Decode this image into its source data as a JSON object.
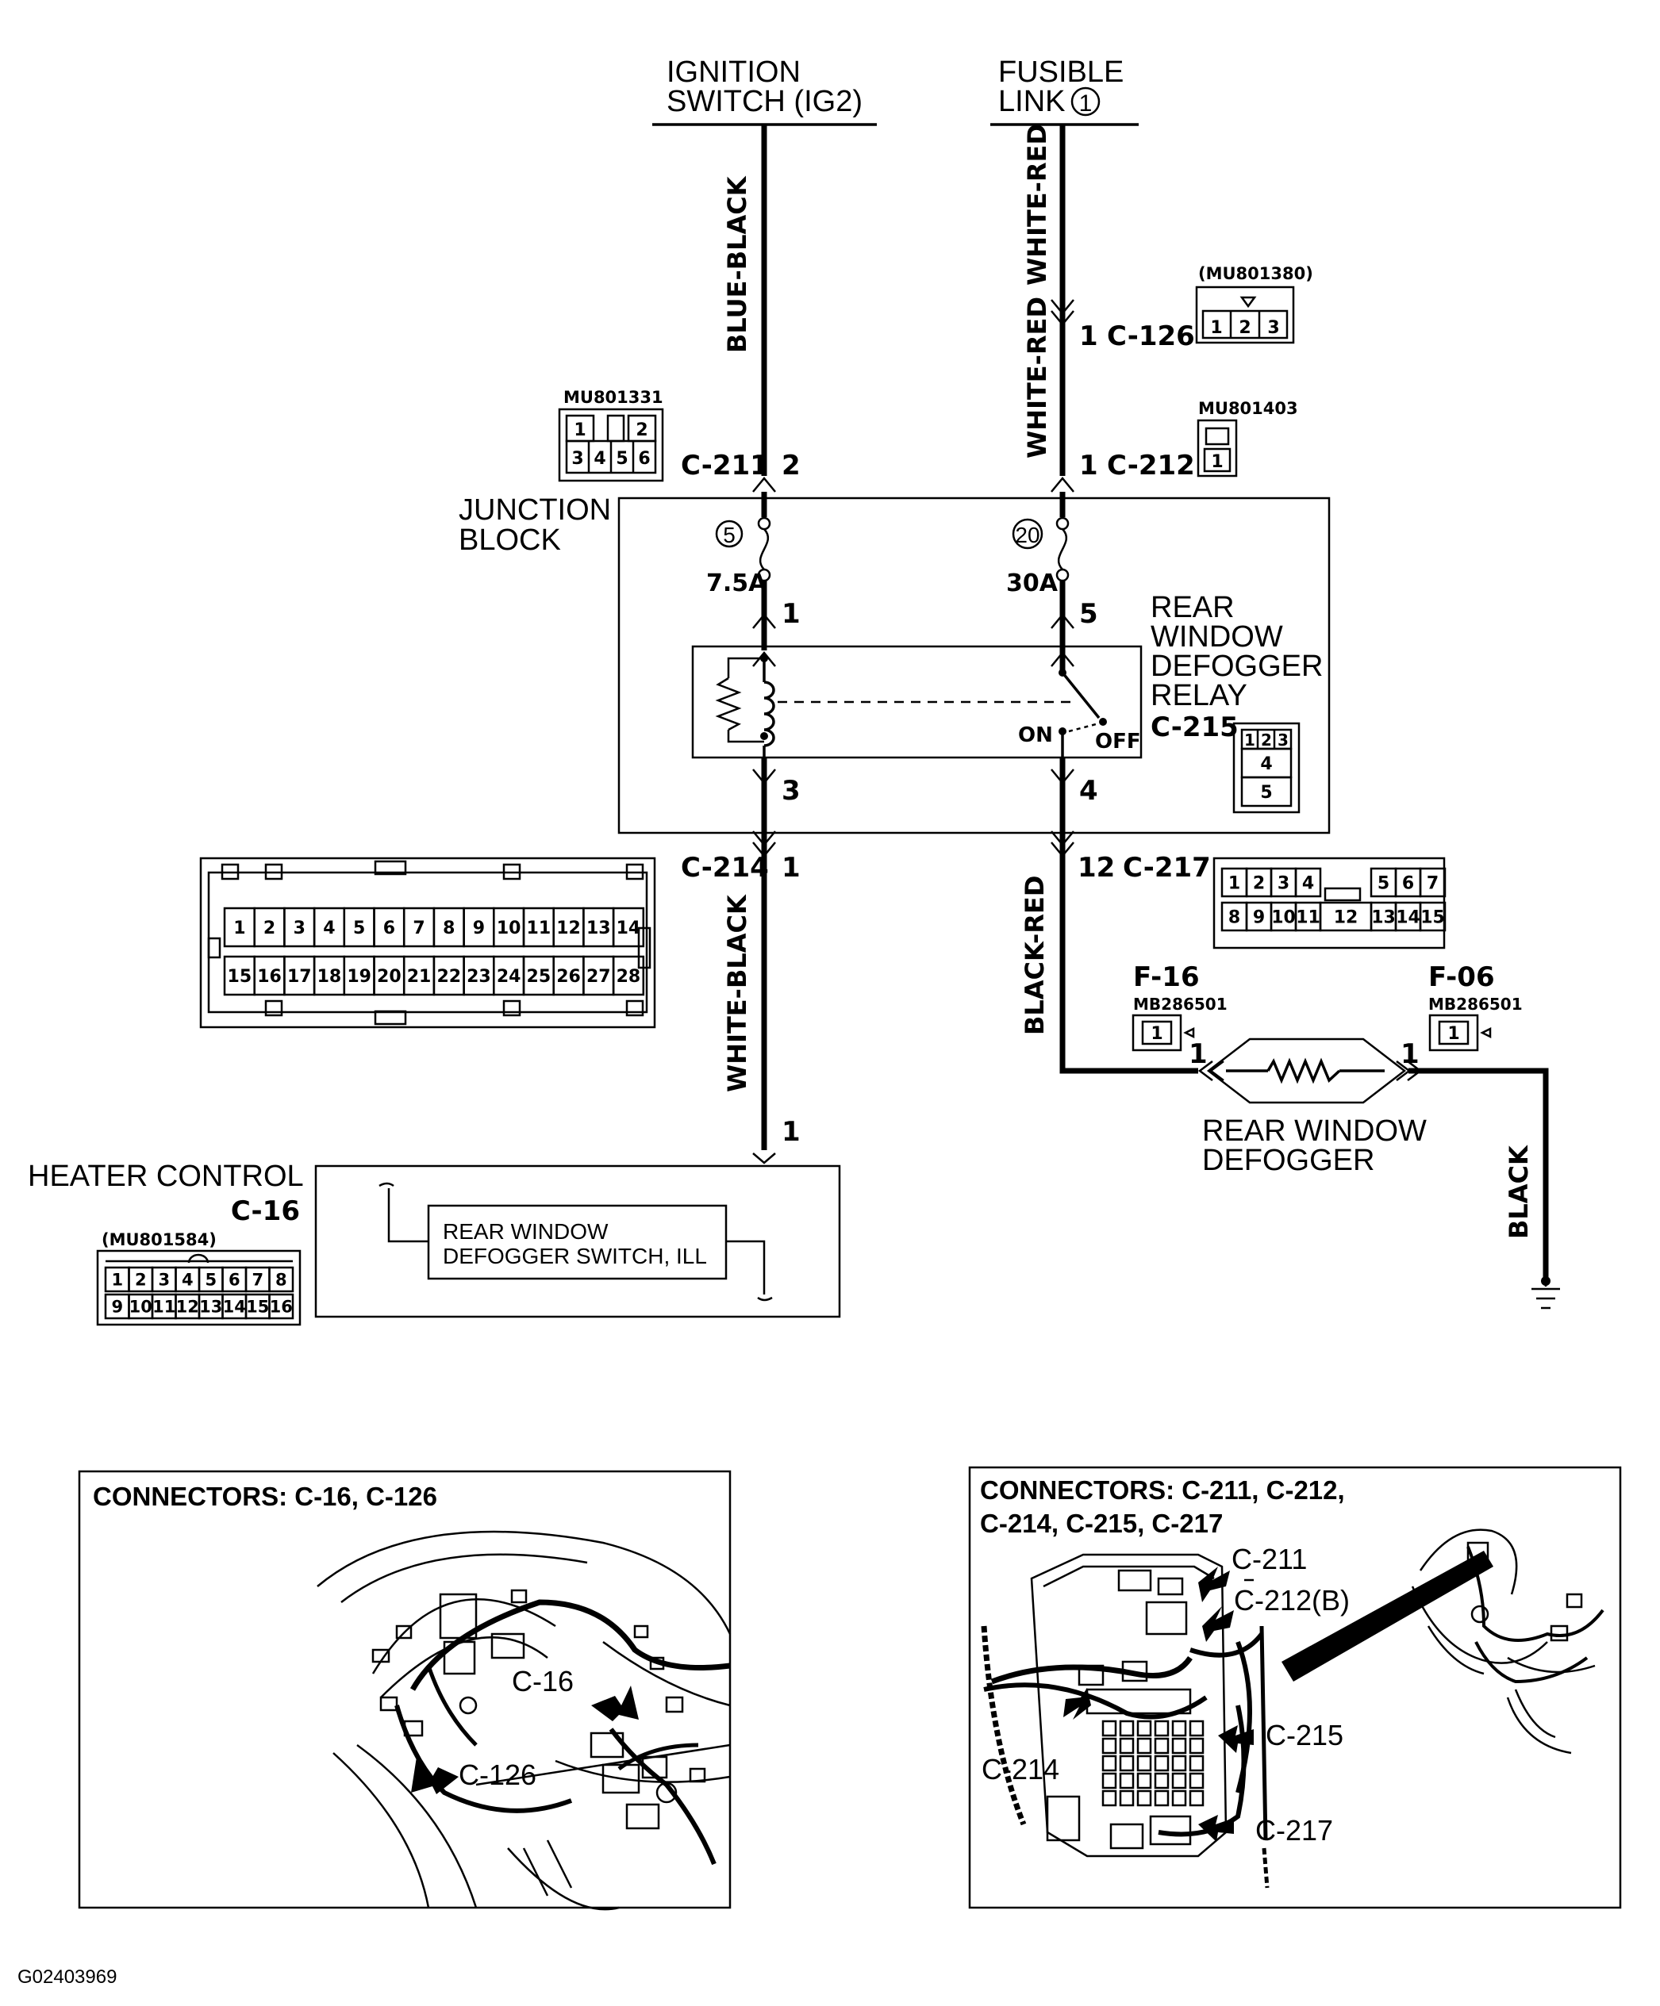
{
  "sources": {
    "ignition": [
      "IGNITION",
      "SWITCH (IG2)"
    ],
    "fusible": [
      "FUSIBLE",
      "LINK"
    ],
    "fusible_num": "1"
  },
  "wires": {
    "blue_black": "BLUE-BLACK",
    "white_red_top": "WHITE-RED",
    "white_red_mid": "WHITE-RED",
    "white_black": "WHITE-BLACK",
    "black_red": "BLACK-RED",
    "black": "BLACK"
  },
  "connectors": {
    "c126": {
      "part": "(MU801380)",
      "pin": "1",
      "name": "C-126",
      "pins": [
        "1",
        "2",
        "3"
      ]
    },
    "c211": {
      "part": "MU801331",
      "pin": "2",
      "name": "C-211",
      "pins": [
        "1",
        "2",
        "3",
        "4",
        "5",
        "6"
      ]
    },
    "c212": {
      "part": "MU801403",
      "pin": "1",
      "name": "C-212",
      "pins": [
        "1"
      ]
    },
    "c214": {
      "name": "C-214",
      "pin": "1",
      "row1": [
        "1",
        "2",
        "3",
        "4",
        "5",
        "6",
        "7",
        "8",
        "9",
        "10",
        "11",
        "12",
        "13",
        "14"
      ],
      "row2": [
        "15",
        "16",
        "17",
        "18",
        "19",
        "20",
        "21",
        "22",
        "23",
        "24",
        "25",
        "26",
        "27",
        "28"
      ]
    },
    "c217": {
      "pin": "12",
      "name": "C-217",
      "row1": [
        "1",
        "2",
        "3",
        "4",
        "5",
        "6",
        "7"
      ],
      "row2": [
        "8",
        "9",
        "10",
        "11",
        "12",
        "13",
        "14",
        "15"
      ]
    },
    "c215": {
      "name": "C-215",
      "pins": [
        "1",
        "2",
        "3",
        "4",
        "5"
      ]
    },
    "f16": {
      "name": "F-16",
      "part": "MB286501",
      "pin": "1"
    },
    "f06": {
      "name": "F-06",
      "part": "MB286501",
      "pin": "1"
    },
    "c16": {
      "title": "HEATER CONTROL",
      "name": "C-16",
      "part": "(MU801584)",
      "row1": [
        "1",
        "2",
        "3",
        "4",
        "5",
        "6",
        "7",
        "8"
      ],
      "row2": [
        "9",
        "10",
        "11",
        "12",
        "13",
        "14",
        "15",
        "16"
      ]
    }
  },
  "junction_block": {
    "label": [
      "JUNCTION",
      "BLOCK"
    ],
    "fuse_left": {
      "num": "5",
      "rating": "7.5A"
    },
    "fuse_right": {
      "num": "20",
      "rating": "30A"
    },
    "pins": {
      "l_in": "1",
      "r_in": "5",
      "l_out": "3",
      "r_out": "4"
    },
    "relay_label": [
      "REAR",
      "WINDOW",
      "DEFOGGER",
      "RELAY"
    ],
    "on": "ON",
    "off": "OFF"
  },
  "heater": {
    "switch_label": [
      "REAR WINDOW",
      "DEFOGGER SWITCH, ILL"
    ],
    "pin": "1"
  },
  "defogger": {
    "label": [
      "REAR WINDOW",
      "DEFOGGER"
    ]
  },
  "panels": {
    "left": {
      "title": "CONNECTORS: C-16, C-126",
      "callouts": [
        "C-16",
        "C-126"
      ]
    },
    "right": {
      "title": [
        "CONNECTORS: C-211, C-212,",
        "C-214, C-215, C-217"
      ],
      "callouts": [
        "C-211",
        "C-212(B)",
        "C-214",
        "C-215",
        "C-217"
      ]
    }
  },
  "figure_id": "G02403969"
}
